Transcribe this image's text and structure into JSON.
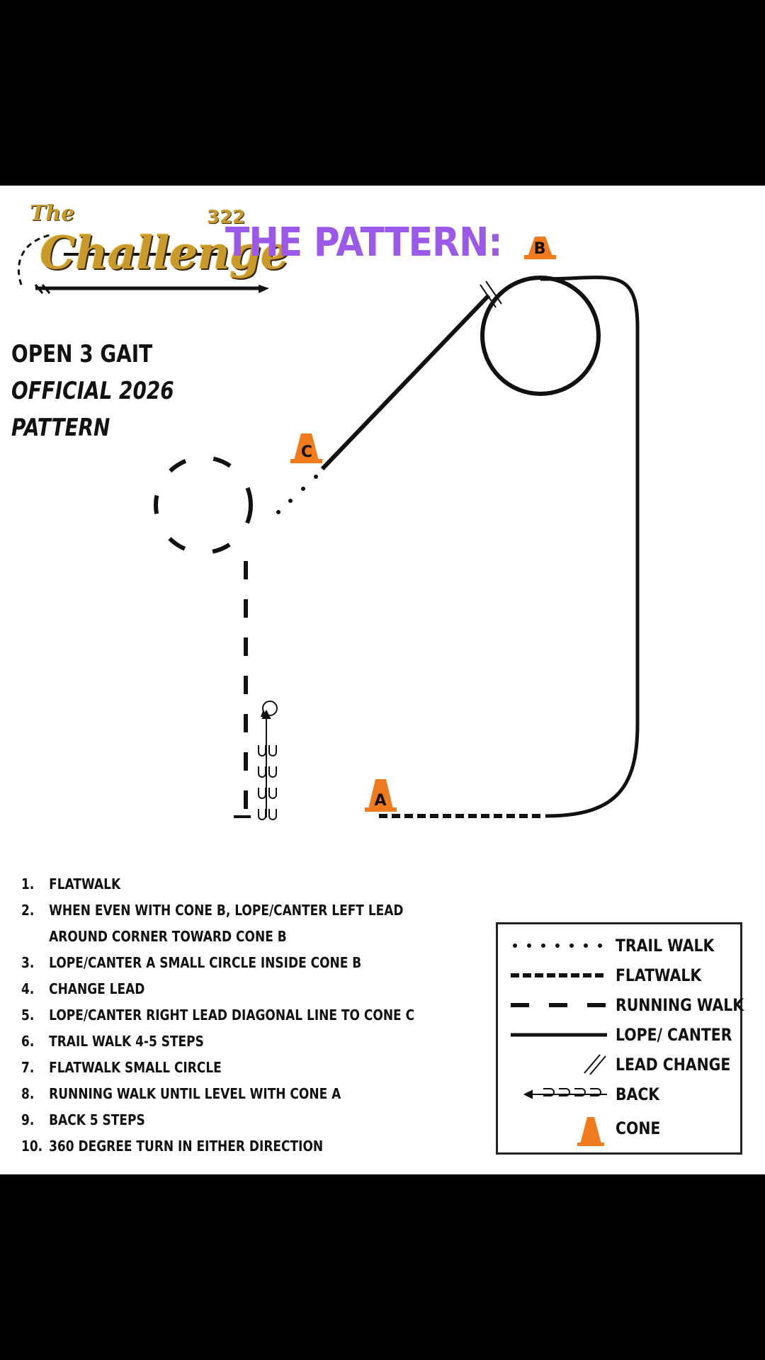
{
  "overlay_title": "THE PATTERN:",
  "logo": {
    "the": "The",
    "name": "Challenge",
    "number": "322"
  },
  "heading": {
    "line1": "OPEN 3 GAIT",
    "line2": "OFFICIAL 2026",
    "line3": "PATTERN"
  },
  "cones": [
    {
      "id": "b",
      "label": "B"
    },
    {
      "id": "c",
      "label": "C"
    },
    {
      "id": "a",
      "label": "A"
    }
  ],
  "steps": [
    {
      "num": "1.",
      "text": "FLATWALK"
    },
    {
      "num": "2.",
      "text": "WHEN EVEN WITH CONE B, LOPE/CANTER LEFT LEAD",
      "text2": "AROUND CORNER TOWARD CONE B"
    },
    {
      "num": "3.",
      "text": "LOPE/CANTER A SMALL CIRCLE INSIDE CONE B"
    },
    {
      "num": "4.",
      "text": "CHANGE LEAD"
    },
    {
      "num": "5.",
      "text": "LOPE/CANTER RIGHT LEAD DIAGONAL LINE TO CONE C"
    },
    {
      "num": "6.",
      "text": "TRAIL WALK 4-5 STEPS"
    },
    {
      "num": "7.",
      "text": "FLATWALK SMALL CIRCLE"
    },
    {
      "num": "8.",
      "text": "RUNNING WALK UNTIL LEVEL WITH CONE A"
    },
    {
      "num": "9.",
      "text": "BACK 5 STEPS"
    },
    {
      "num": "10.",
      "text": "360 DEGREE TURN IN EITHER DIRECTION"
    }
  ],
  "legend": [
    {
      "key": "trail-walk",
      "label": "TRAIL WALK"
    },
    {
      "key": "flatwalk",
      "label": "FLATWALK"
    },
    {
      "key": "running-walk",
      "label": "RUNNING WALK"
    },
    {
      "key": "lope-canter",
      "label": "LOPE/ CANTER"
    },
    {
      "key": "lead-change",
      "label": "LEAD CHANGE"
    },
    {
      "key": "back",
      "label": "BACK"
    },
    {
      "key": "cone",
      "label": "CONE"
    }
  ],
  "colors": {
    "background": "#000000",
    "panel": "#ffffff",
    "overlay_title": "#9b59e8",
    "cone": "#f07a1e",
    "logo_gold": "#c89a2c",
    "line": "#111111"
  },
  "icons": [
    "cone-icon",
    "turn-circle-icon",
    "back-steps-icon",
    "lead-change-icon",
    "logo-arrow-icon"
  ]
}
